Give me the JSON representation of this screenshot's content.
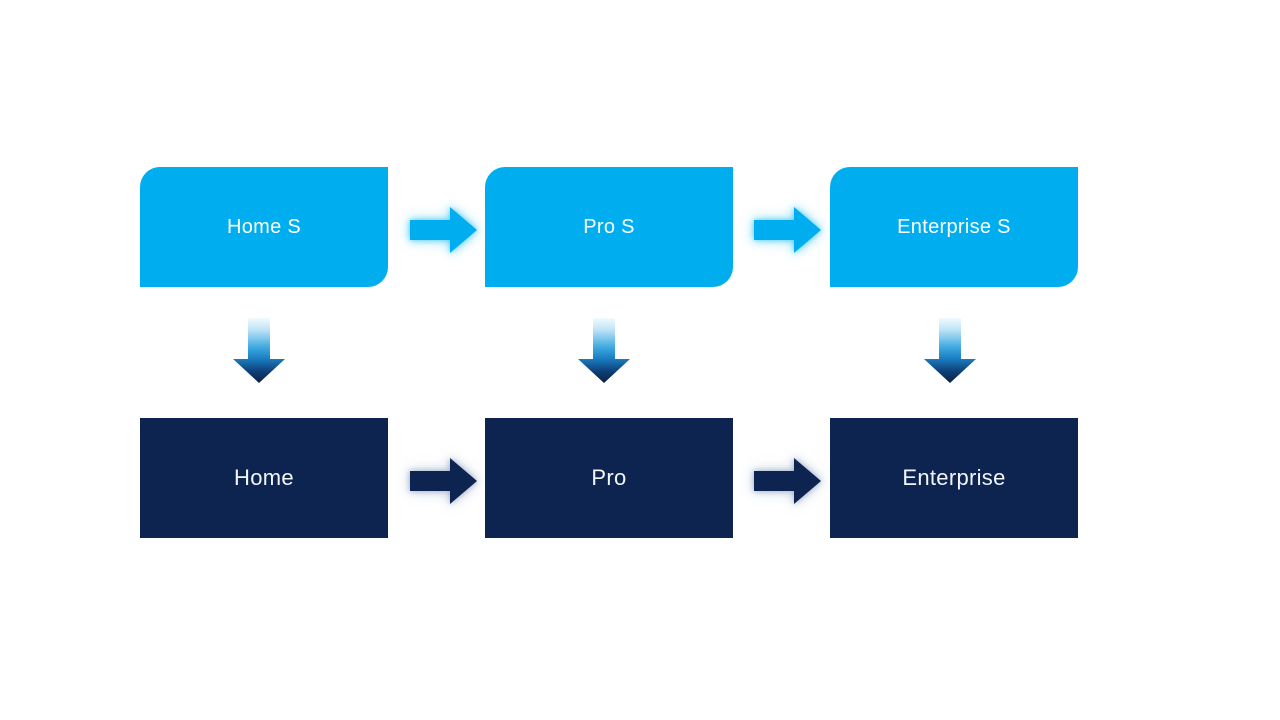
{
  "diagram": {
    "title": "product-upgrade-flow",
    "top_row": [
      {
        "label": "Home S"
      },
      {
        "label": "Pro S"
      },
      {
        "label": "Enterprise S"
      }
    ],
    "bottom_row": [
      {
        "label": "Home"
      },
      {
        "label": "Pro"
      },
      {
        "label": "Enterprise"
      }
    ],
    "connectors": {
      "horizontal_top": "right-arrow",
      "horizontal_bottom": "right-arrow",
      "vertical": "down-arrow"
    },
    "colors": {
      "accent_light_blue": "#00AEEF",
      "accent_dark_navy": "#0D2450",
      "down_arrow_gradient_top": "#F2FAFE",
      "down_arrow_gradient_mid": "#2E9FDB",
      "down_arrow_gradient_bottom": "#0A1F44",
      "label_text": "#FFFFFF",
      "background": "#FFFFFF"
    }
  }
}
